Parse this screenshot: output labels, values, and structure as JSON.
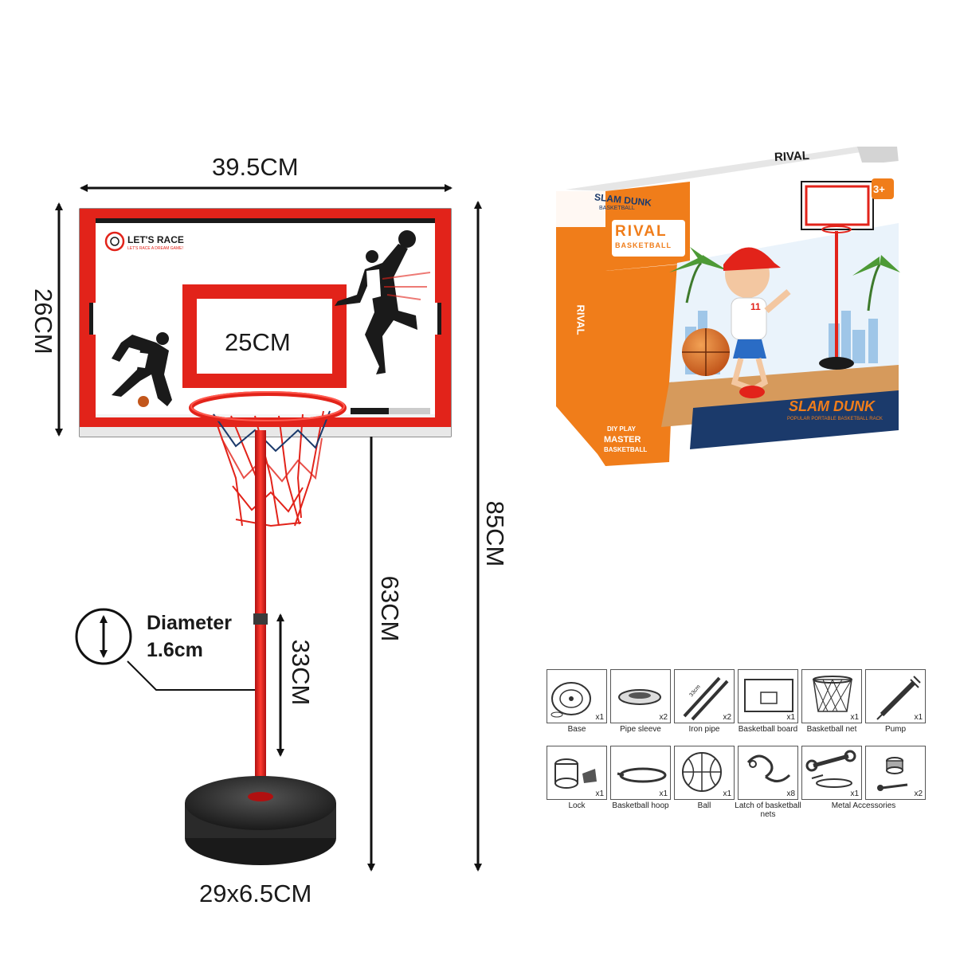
{
  "dimensions": {
    "board_width": "39.5CM",
    "board_height": "26CM",
    "inner_square": "25CM",
    "total_height": "85CM",
    "rim_height": "63CM",
    "pole_segment": "33CM",
    "base_size": "29x6.5CM",
    "diameter_label": "Diameter",
    "diameter_value": "1.6cm"
  },
  "board": {
    "brand": "LET'S RACE",
    "tagline": "LET'S RACE A DREAM GAME!"
  },
  "box": {
    "top_label": "RIVAL",
    "side_brand": "RIVAL",
    "side_title": "SLAM DUNK",
    "side_subtitle": "BASKETBALL",
    "logo_main": "RIVAL",
    "logo_sub": "BASKETBALL",
    "front_title": "SLAM DUNK",
    "front_subtitle": "POPULAR PORTABLE BASKETBALL RACK",
    "age_badge": "3+",
    "diy": "DIY PLAY",
    "master": "MASTER",
    "master_sub": "BASKETBALL",
    "player_number": "11"
  },
  "accessories": [
    {
      "name": "Base",
      "qty": "x1",
      "icon": "base-icon"
    },
    {
      "name": "Pipe sleeve",
      "qty": "x2",
      "icon": "pipe-sleeve-icon"
    },
    {
      "name": "Iron pipe",
      "qty": "x2",
      "icon": "iron-pipe-icon"
    },
    {
      "name": "Basketball board",
      "qty": "x1",
      "icon": "board-icon"
    },
    {
      "name": "Basketball net",
      "qty": "x1",
      "icon": "net-icon"
    },
    {
      "name": "Pump",
      "qty": "x1",
      "icon": "pump-icon"
    },
    {
      "name": "Lock",
      "qty": "x1",
      "icon": "lock-icon"
    },
    {
      "name": "Basketball hoop",
      "qty": "x1",
      "icon": "hoop-icon"
    },
    {
      "name": "Ball",
      "qty": "x1",
      "icon": "ball-icon"
    },
    {
      "name": "Latch of basketball nets",
      "qty": "x8",
      "icon": "latch-icon"
    },
    {
      "name": "Metal Accessories",
      "qty": "x1",
      "icon": "wrench-icon"
    },
    {
      "name": "",
      "qty": "x2",
      "icon": "screw-icon"
    }
  ],
  "iron_pipe_mark": "33cm",
  "colors": {
    "red": "#e2231a",
    "black": "#1a1a1a",
    "orange": "#f07d1a",
    "navy": "#1b3a6b"
  }
}
